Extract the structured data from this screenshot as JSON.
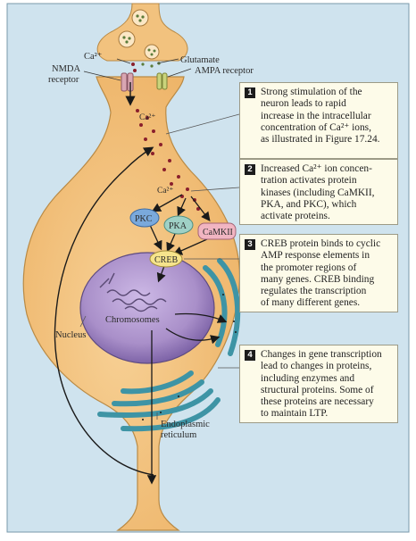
{
  "labels": {
    "ca_top": "Ca²⁺",
    "glutamate": "Glutamate",
    "ampa": "AMPA receptor",
    "nmda_line1": "NMDA",
    "nmda_line2": "receptor",
    "ca_influx": "Ca²⁺",
    "ca_mid": "Ca²⁺",
    "pkc": "PKC",
    "pka": "PKA",
    "camkii": "CaMKII",
    "creb": "CREB",
    "chromosomes": "Chromosomes",
    "nucleus": "Nucleus",
    "er_line1": "Endoplasmic",
    "er_line2": "reticulum"
  },
  "steps": [
    {
      "num": "1",
      "text": "Strong stimulation of the\nneuron leads to rapid\nincrease in the intracellular\nconcentration of Ca²⁺ ions,\nas illustrated in Figure 17.24."
    },
    {
      "num": "2",
      "text": "Increased Ca²⁺ ion concen-\ntration activates protein\nkinases (including CaMKII,\nPKA, and PKC), which\nactivate proteins."
    },
    {
      "num": "3",
      "text": "CREB protein binds to cyclic\nAMP response elements in\nthe promoter regions of\nmany genes. CREB binding\nregulates the transcription\nof many different genes."
    },
    {
      "num": "4",
      "text": "Changes in gene transcription\nlead to changes in proteins,\nincluding enzymes and\nstructural proteins. Some of\nthese proteins are necessary\nto maintain LTP."
    }
  ],
  "colors": {
    "background": "#cfe3ee",
    "neuron": "#f2c27e",
    "neuron_edge": "#b98a45",
    "nucleus": "#a98fc9",
    "er": "#3e94a5",
    "calcium": "#8a1f2c",
    "pkc": "#7aa9dc",
    "pka": "#9fd1c6",
    "camkii": "#f1b5c2",
    "creb": "#f6e48c",
    "box_fill": "#fdfbe9"
  }
}
